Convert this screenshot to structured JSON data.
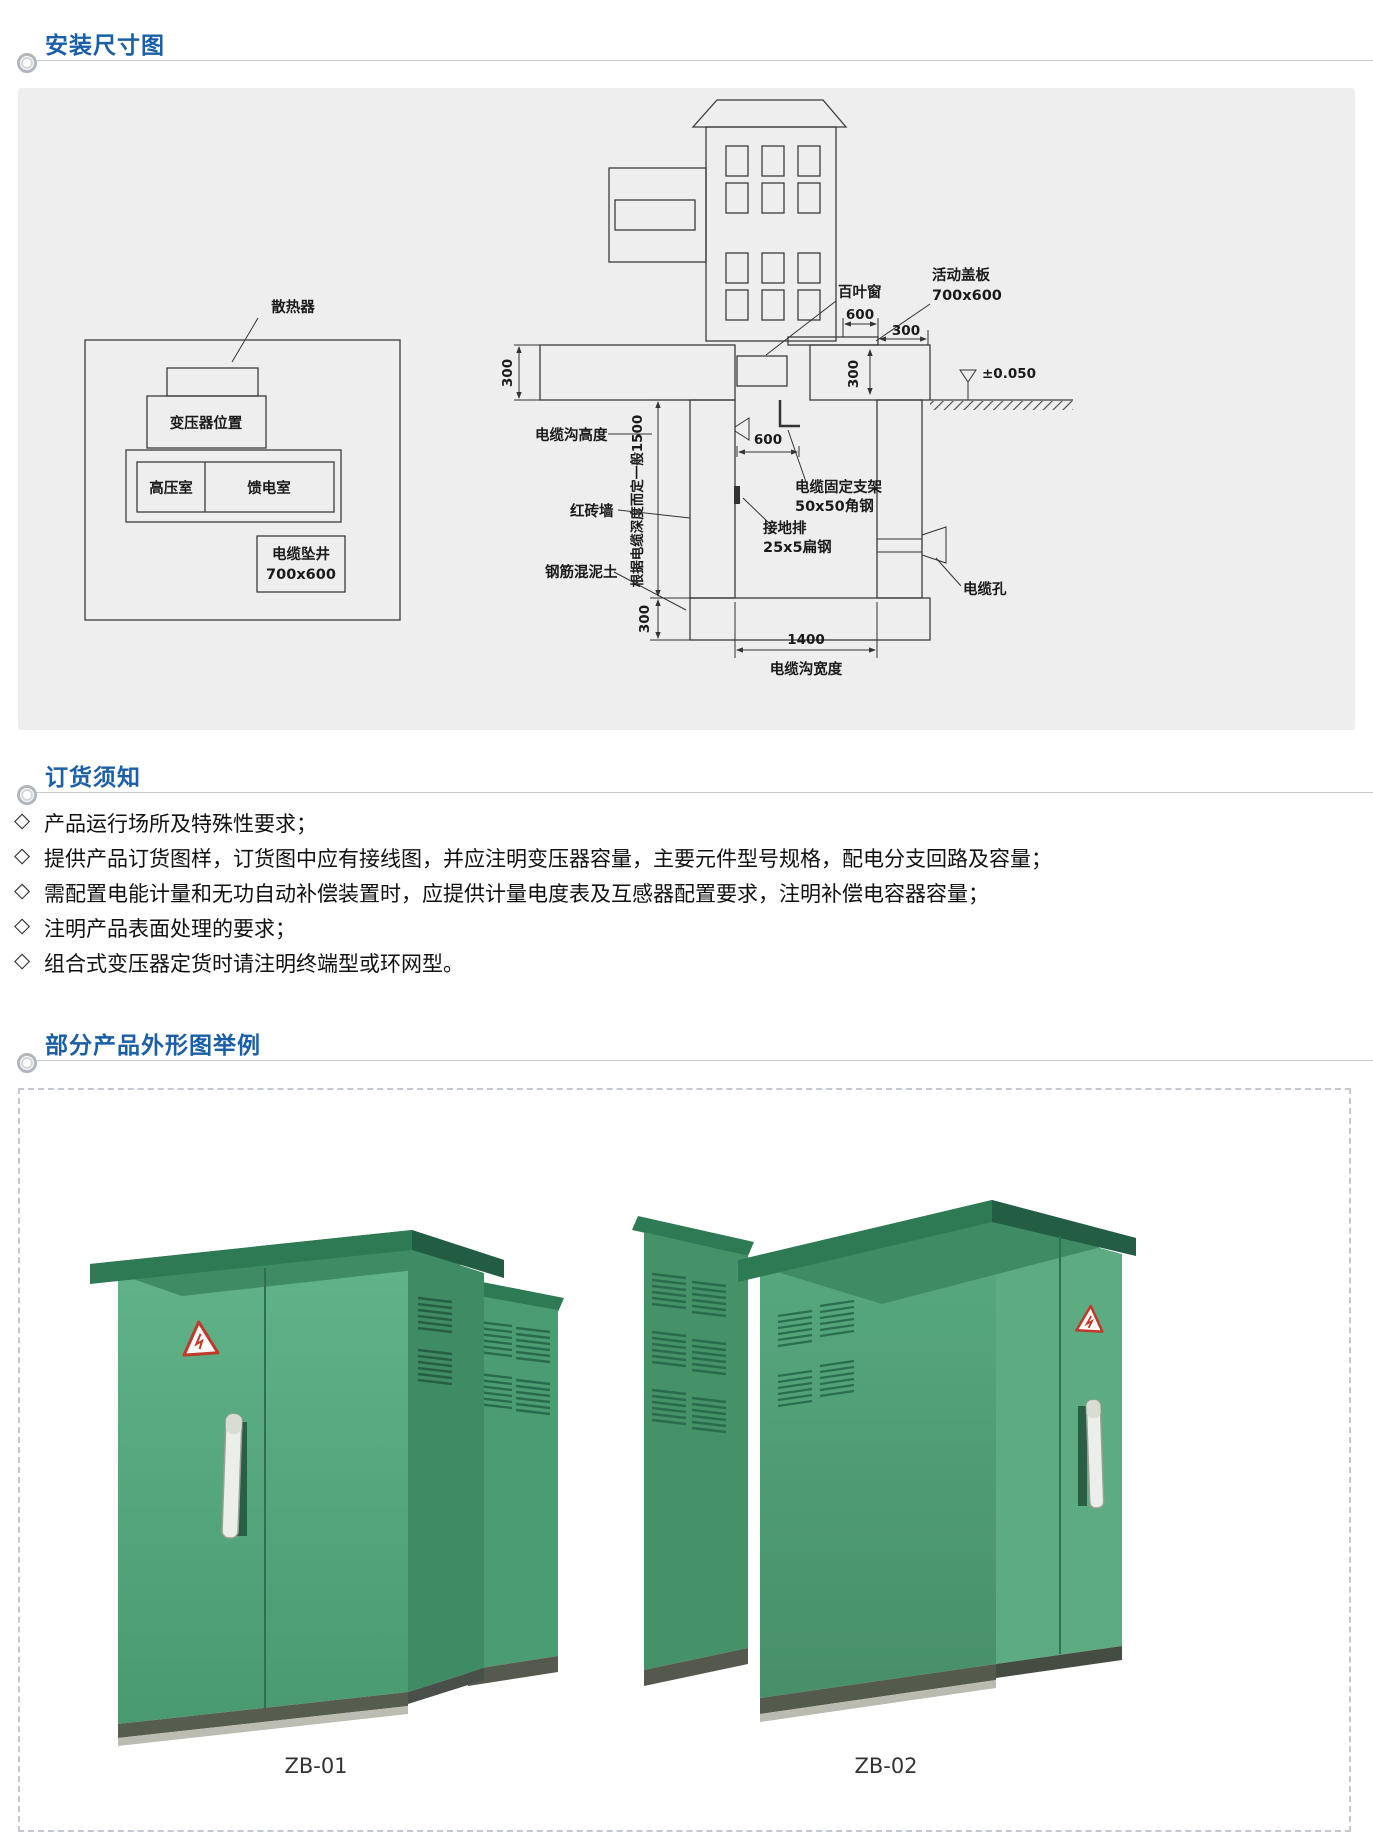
{
  "installation": {
    "title": "安装尺寸图",
    "plan": {
      "radiator": "散热器",
      "transformer": "变压器位置",
      "hv_room": "高压室",
      "feeder_room": "馈电室",
      "cable_well_1": "电缆坠井",
      "cable_well_2": "700x600"
    },
    "sec": {
      "louver": "百叶窗",
      "cover_1": "活动盖板",
      "cover_2": "700x600",
      "dim600_top": "600",
      "dim300_top": "300",
      "dim300_recess": "300",
      "level": "±0.050",
      "dim300_slab": "300",
      "trench_height": "电缆沟高度",
      "depth_note": "根据电缆深度而定一般1500",
      "dim600_inner": "600",
      "bracket_1": "电缆固定支架",
      "bracket_2": "50x50角钢",
      "brick_wall": "红砖墙",
      "ground_bar_1": "接地排",
      "ground_bar_2": "25x5扁钢",
      "concrete": "钢筋混泥土",
      "cable_hole": "电缆孔",
      "dim300_bottom": "300",
      "dim1400": "1400",
      "trench_width": "电缆沟宽度"
    }
  },
  "ordering": {
    "title": "订货须知",
    "bullet": "◇",
    "items": [
      "产品运行场所及特殊性要求；",
      "提供产品订货图样，订货图中应有接线图，并应注明变压器容量，主要元件型号规格，配电分支回路及容量；",
      "需配置电能计量和无功自动补偿装置时，应提供计量电度表及互感器配置要求，注明补偿电容器容量；",
      "注明产品表面处理的要求；",
      "组合式变压器定货时请注明终端型或环网型。"
    ]
  },
  "products": {
    "title": "部分产品外形图举例",
    "items": [
      {
        "label": "ZB-01"
      },
      {
        "label": "ZB-02"
      }
    ]
  },
  "colors": {
    "accent_blue": "#1a5fa8",
    "cabinet_green": "#4f9f76"
  }
}
